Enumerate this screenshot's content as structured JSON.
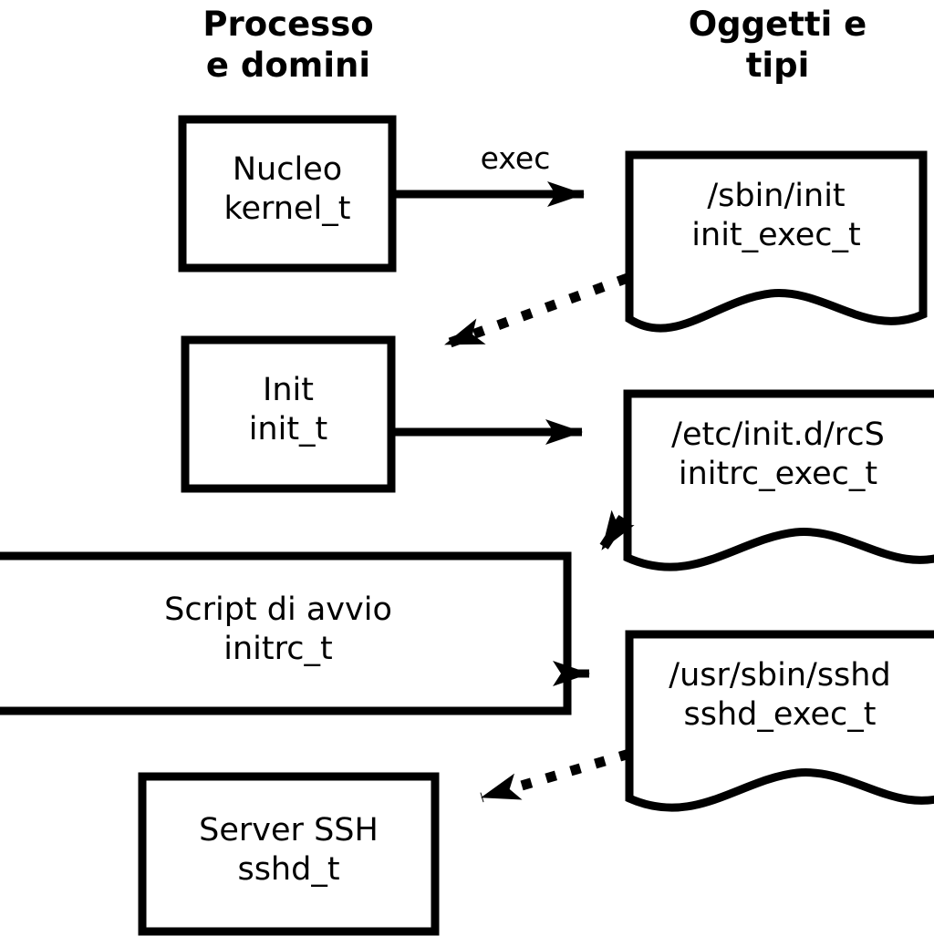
{
  "diagram": {
    "title_left": "Processo\ne domini",
    "title_right": "Oggetti e\ntipi",
    "stroke_color": "#000000",
    "background_color": "#ffffff"
  },
  "columns": {
    "left": {
      "header": "Processo\ne domini"
    },
    "right": {
      "header": "Oggetti e\ntipi"
    }
  },
  "process_nodes": [
    {
      "id": "kernel",
      "name": "Nucleo",
      "type": "kernel_t",
      "label": "Nucleo\nkernel_t"
    },
    {
      "id": "init",
      "name": "Init",
      "type": "init_t",
      "label": "Init\ninit_t"
    },
    {
      "id": "initrc",
      "name": "Script di avvio",
      "type": "initrc_t",
      "label": "Script di avvio\ninitrc_t"
    },
    {
      "id": "sshd",
      "name": "Server SSH",
      "type": "sshd_t",
      "label": "Server SSH\nsshd_t"
    }
  ],
  "object_nodes": [
    {
      "id": "init_exec",
      "path": "/sbin/init",
      "type": "init_exec_t",
      "label": "/sbin/init\ninit_exec_t"
    },
    {
      "id": "initrc_exec",
      "path": "/etc/init.d/rcS",
      "type": "initrc_exec_t",
      "label": "/etc/init.d/rcS\ninitrc_exec_t"
    },
    {
      "id": "sshd_exec",
      "path": "/usr/sbin/sshd",
      "type": "sshd_exec_t",
      "label": "/usr/sbin/sshd\nsshd_exec_t"
    }
  ],
  "edges": [
    {
      "id": "e1",
      "from": "kernel",
      "to": "init_exec",
      "label": "exec",
      "style": "solid"
    },
    {
      "id": "e2",
      "from": "init_exec",
      "to": "init",
      "label": "",
      "style": "dotted"
    },
    {
      "id": "e3",
      "from": "init",
      "to": "initrc_exec",
      "label": "",
      "style": "solid"
    },
    {
      "id": "e4",
      "from": "initrc_exec",
      "to": "initrc",
      "label": "",
      "style": "dotted"
    },
    {
      "id": "e5",
      "from": "initrc",
      "to": "sshd_exec",
      "label": "",
      "style": "solid"
    },
    {
      "id": "e6",
      "from": "sshd_exec",
      "to": "sshd",
      "label": "",
      "style": "dotted"
    }
  ],
  "edge_labels": {
    "exec": "exec"
  }
}
